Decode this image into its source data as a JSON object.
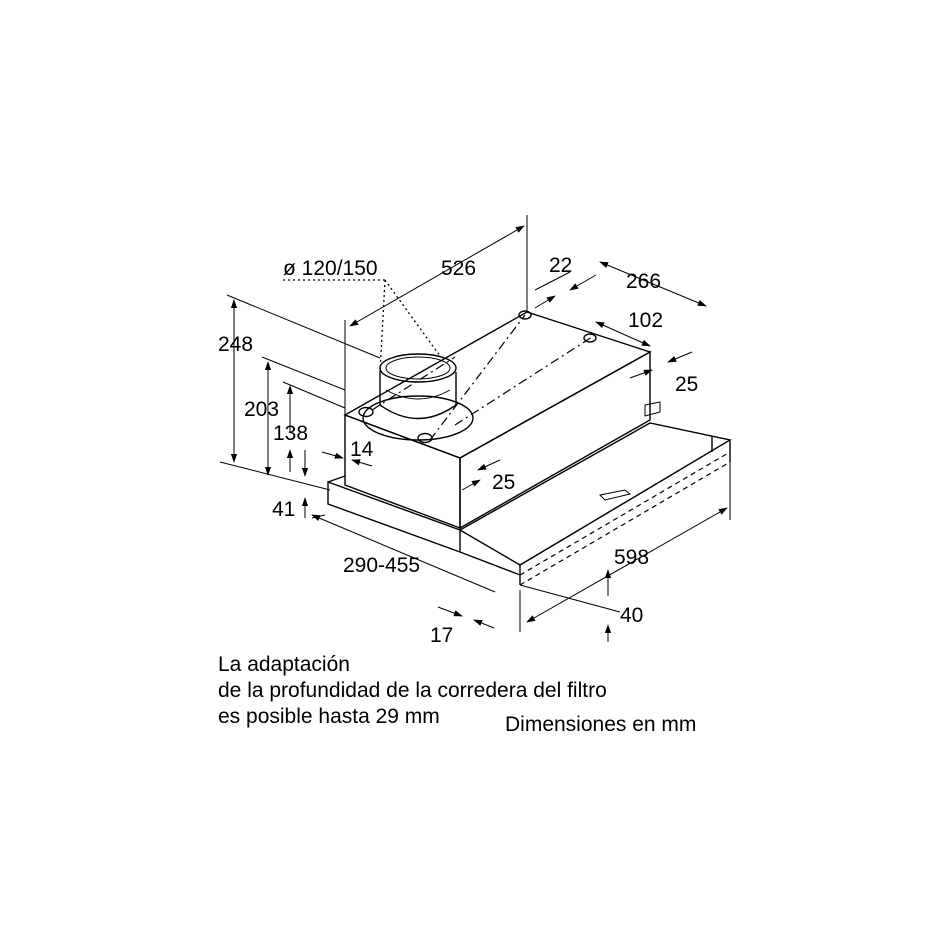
{
  "dimensions": {
    "duct_diameter": "ø 120/150",
    "depth": "526",
    "d22": "22",
    "d266": "266",
    "d102": "102",
    "d25_right": "25",
    "height_total": "248",
    "height_203": "203",
    "height_138": "138",
    "d14": "14",
    "d25_front": "25",
    "d41": "41",
    "range": "290-455",
    "d17": "17",
    "width": "598",
    "d40": "40"
  },
  "notes": {
    "line1": "La adaptación",
    "line2": "de la profundidad de la corredera del filtro",
    "line3": "es posible hasta 29 mm",
    "units": "Dimensiones en mm"
  }
}
